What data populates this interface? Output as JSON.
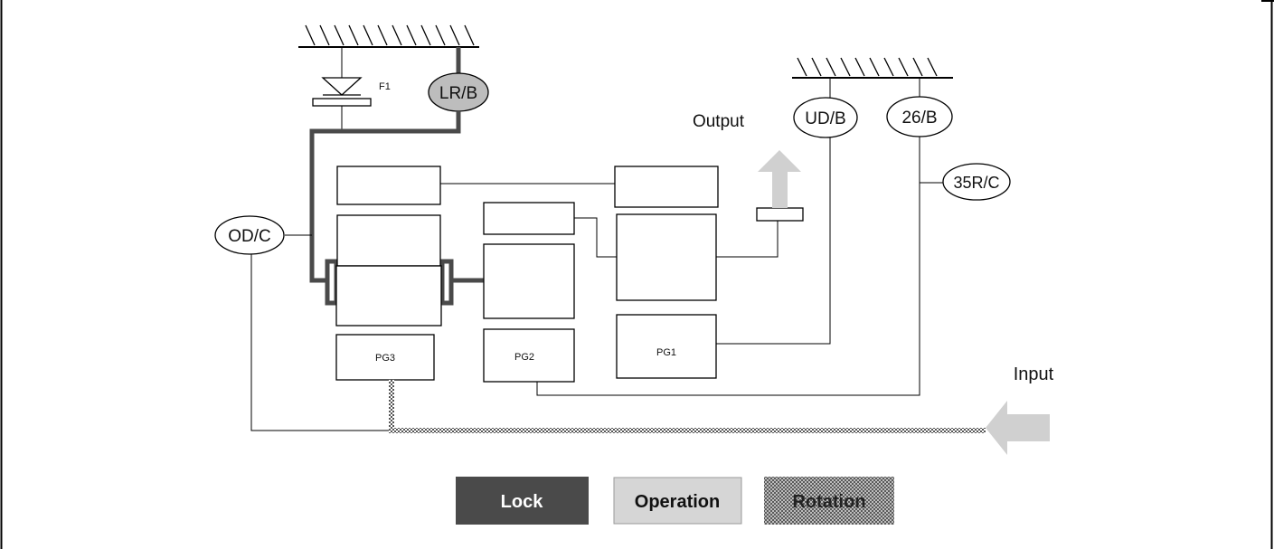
{
  "diagram": {
    "labels": {
      "f1": "F1",
      "lr_b": "LR/B",
      "output": "Output",
      "ud_b": "UD/B",
      "b26": "26/B",
      "r35c": "35R/C",
      "od_c": "OD/C",
      "pg3": "PG3",
      "pg2": "PG2",
      "pg1": "PG1",
      "input": "Input"
    },
    "legend": {
      "lock": "Lock",
      "operation": "Operation",
      "rotation": "Rotation"
    },
    "colors": {
      "lock": "#4a4a4a",
      "operation": "#d6d6d6",
      "rotation_pattern_dark": "#555555",
      "lock_brake_fill": "#bdbdbd",
      "arrow": "#d0d0d0"
    }
  }
}
